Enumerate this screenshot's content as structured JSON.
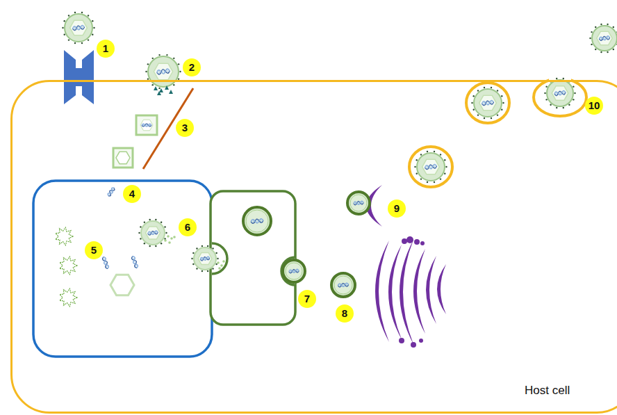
{
  "diagram": {
    "nodes": [
      {
        "text": [
          "Host cell"
        ]
      }
    ],
    "labels": [
      "1",
      "2",
      "3",
      "4",
      "5",
      "6",
      "7",
      "8",
      "9",
      "10"
    ]
  }
}
